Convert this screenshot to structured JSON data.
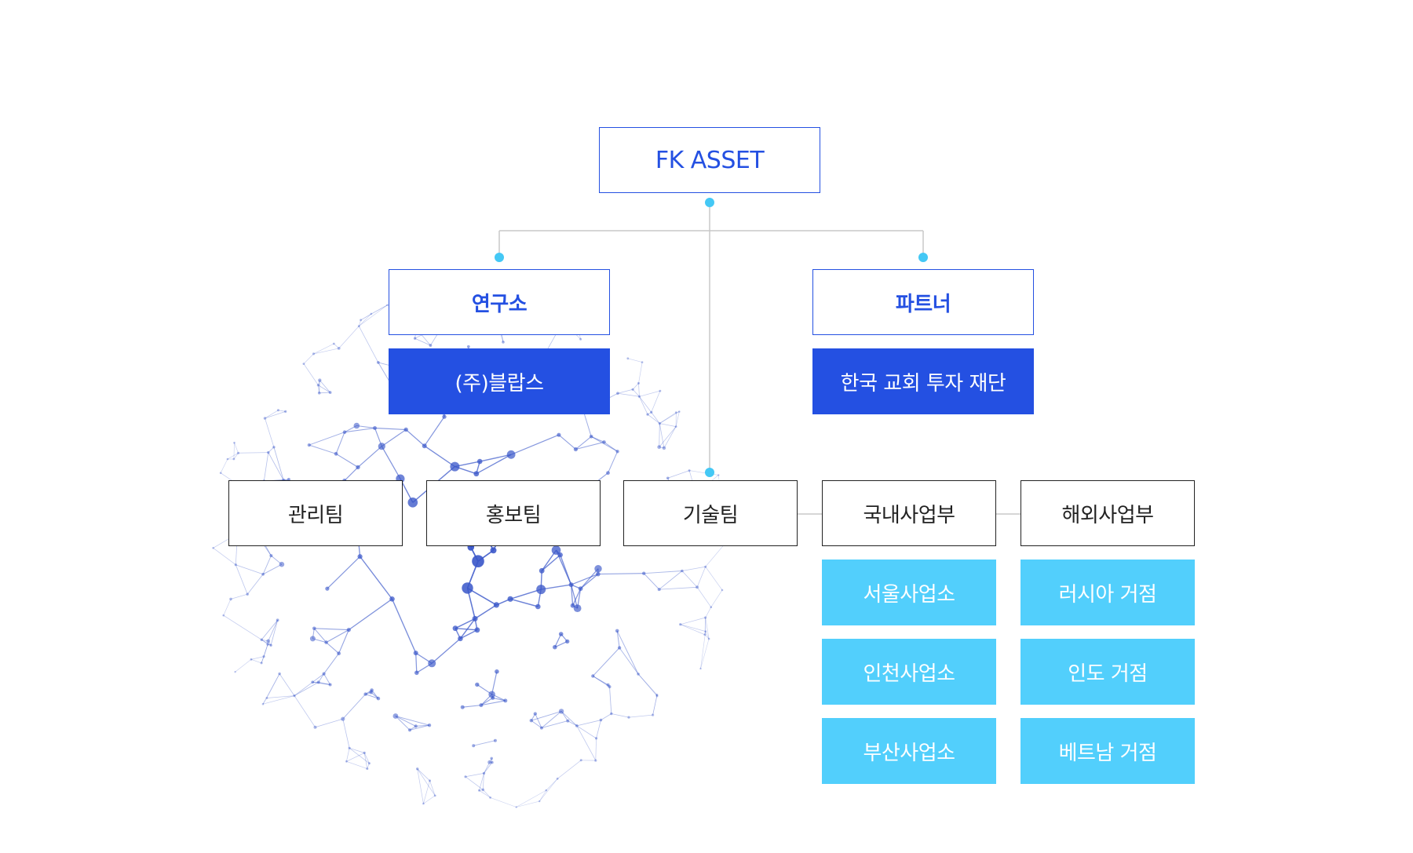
{
  "colors": {
    "primary": "#2450e2",
    "cyan": "#52cffc",
    "connector_dot": "#44c8f5",
    "connector_line": "#c8c8c8",
    "globe": "#3a57c9"
  },
  "org": {
    "root": "FK ASSET",
    "research": {
      "title": "연구소",
      "entity": "(주)블랍스"
    },
    "partner": {
      "title": "파트너",
      "entity": "한국 교회 투자 재단"
    },
    "teams": [
      "관리팀",
      "홍보팀",
      "기술팀"
    ],
    "domestic": {
      "title": "국내사업부",
      "offices": [
        "서울사업소",
        "인천사업소",
        "부산사업소"
      ]
    },
    "overseas": {
      "title": "해외사업부",
      "offices": [
        "러시아 거점",
        "인도 거점",
        "베트남 거점"
      ]
    }
  }
}
